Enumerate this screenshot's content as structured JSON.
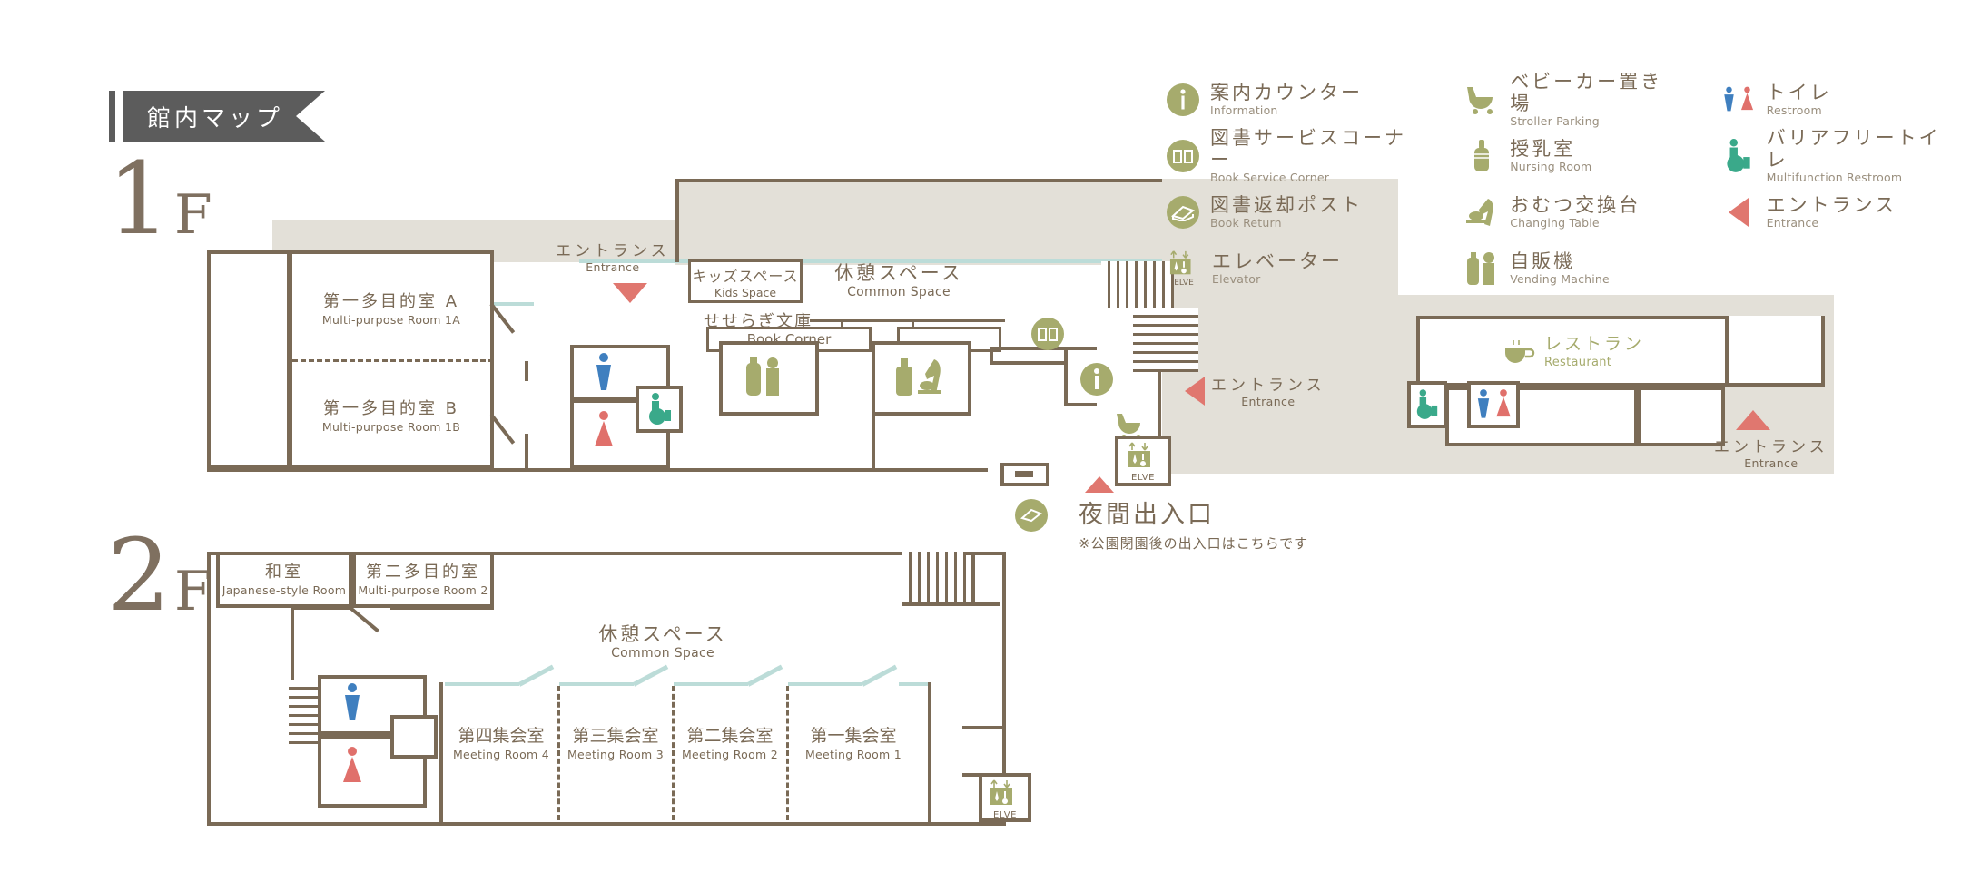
{
  "title": {
    "ja": "館内マップ"
  },
  "floors": [
    {
      "num": "1",
      "suffix": "F"
    },
    {
      "num": "2",
      "suffix": "F"
    }
  ],
  "legend": {
    "columns": [
      [
        {
          "icon": "information-icon",
          "ja": "案内カウンター",
          "en": "Information"
        },
        {
          "icon": "book-service-corner-icon",
          "ja": "図書サービスコーナー",
          "en": "Book Service Corner"
        },
        {
          "icon": "book-return-icon",
          "ja": "図書返却ポスト",
          "en": "Book Return"
        },
        {
          "icon": "elevator-icon",
          "ja": "エレベーター",
          "en": "Elevator"
        }
      ],
      [
        {
          "icon": "stroller-parking-icon",
          "ja": "ベビーカー置き場",
          "en": "Stroller Parking"
        },
        {
          "icon": "nursing-room-icon",
          "ja": "授乳室",
          "en": "Nursing Room"
        },
        {
          "icon": "changing-table-icon",
          "ja": "おむつ交換台",
          "en": "Changing Table"
        },
        {
          "icon": "vending-machine-icon",
          "ja": "自販機",
          "en": "Vending Machine"
        }
      ],
      [
        {
          "icon": "restroom-icon",
          "ja": "トイレ",
          "en": "Restroom"
        },
        {
          "icon": "multifunction-restroom-icon",
          "ja": "バリアフリートイレ",
          "en": "Multifunction Restroom"
        },
        {
          "icon": "entrance-icon",
          "ja": "エントランス",
          "en": "Entrance"
        }
      ]
    ]
  },
  "floor1": {
    "rooms": {
      "mp1a": {
        "ja": "第一多目的室 A",
        "en": "Multi-purpose Room 1A"
      },
      "mp1b": {
        "ja": "第一多目的室 B",
        "en": "Multi-purpose Room 1B"
      },
      "kids": {
        "ja": "キッズスペース",
        "en": "Kids Space"
      },
      "book": {
        "ja": "せせらぎ文庫",
        "en": "Book Corner"
      },
      "common": {
        "ja": "休憩スペース",
        "en": "Common Space"
      },
      "restaurant": {
        "ja": "レストラン",
        "en": "Restaurant"
      }
    },
    "entrances": [
      {
        "ja": "エントランス",
        "en": "Entrance"
      },
      {
        "ja": "エントランス",
        "en": "Entrance"
      },
      {
        "ja": "エントランス",
        "en": "Entrance"
      }
    ],
    "night_entrance": {
      "ja": "夜間出入口",
      "note": "※公園閉園後の出入口はこちらです"
    },
    "elevator_label": "ELVE"
  },
  "floor2": {
    "rooms": {
      "washitsu": {
        "ja": "和室",
        "en": "Japanese-style Room"
      },
      "mp2": {
        "ja": "第二多目的室",
        "en": "Multi-purpose Room 2"
      },
      "common": {
        "ja": "休憩スペース",
        "en": "Common Space"
      },
      "m4": {
        "ja": "第四集会室",
        "en": "Meeting Room 4"
      },
      "m3": {
        "ja": "第三集会室",
        "en": "Meeting Room 3"
      },
      "m2": {
        "ja": "第二集会室",
        "en": "Meeting Room 2"
      },
      "m1": {
        "ja": "第一集会室",
        "en": "Meeting Room 1"
      }
    },
    "elevator_label": "ELVE"
  },
  "colors": {
    "wall": "#7a6a56",
    "plate": "#e3e0d8",
    "teal": "#bcdcd8",
    "olive": "#a6ab6d",
    "red": "#e0776f",
    "blue": "#3f7fbf",
    "pink": "#e0706b",
    "green": "#3aa98a",
    "banner": "#5c5c5c"
  }
}
